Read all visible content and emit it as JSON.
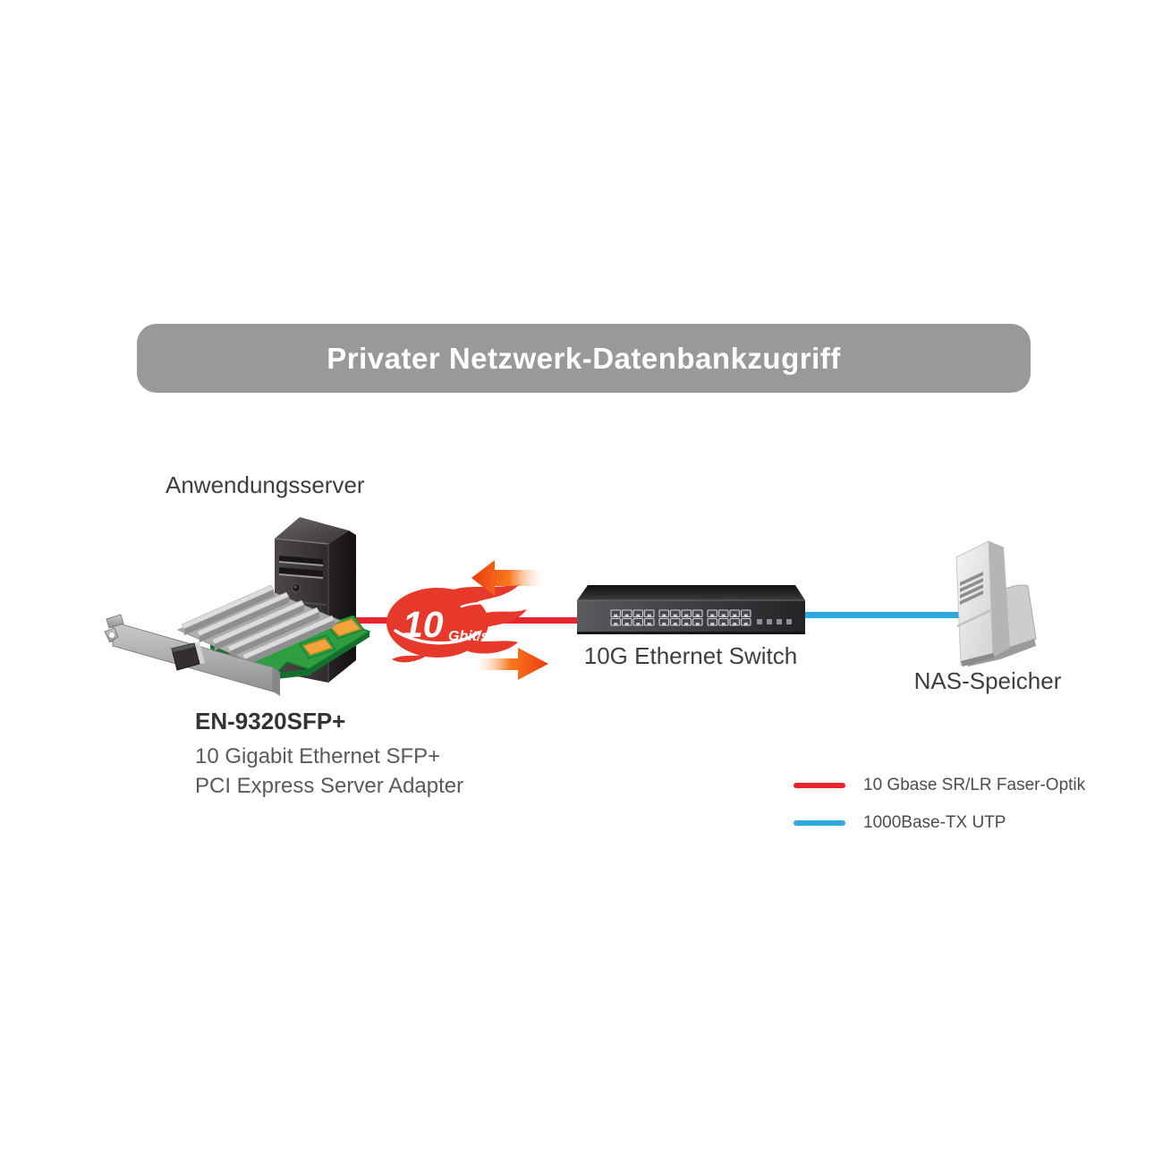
{
  "title": "Privater Netzwerk-Datenbankzugriff",
  "nodes": {
    "app_server": "Anwendungsserver",
    "switch": "10G Ethernet Switch",
    "nas": "NAS-Speicher"
  },
  "adapter": {
    "model": "EN-9320SFP+",
    "line1": "10 Gigabit Ethernet SFP+",
    "line2": "PCI Express Server Adapter"
  },
  "badge": {
    "value": "10",
    "unit": "Gbit/s"
  },
  "legend": {
    "items": [
      {
        "label": "10 Gbase SR/LR Faser-Optik",
        "color": "#e8232d"
      },
      {
        "label": "1000Base-TX UTP",
        "color": "#2ea9de"
      }
    ]
  },
  "colors": {
    "banner": "#999999",
    "fiber": "#e8232d",
    "utp": "#2ea9de",
    "flame": "#e6392b"
  }
}
